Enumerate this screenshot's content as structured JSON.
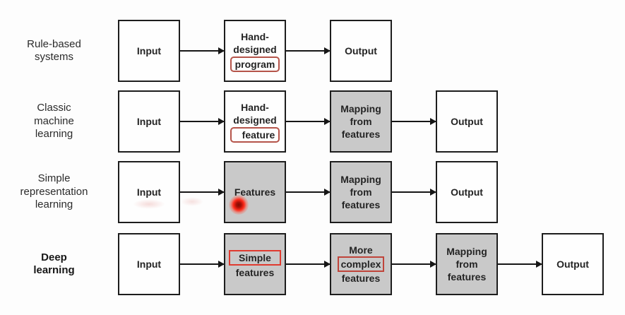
{
  "rows": [
    {
      "label": "Rule-based\nsystems",
      "boxes": [
        {
          "lines": [
            "Input"
          ]
        },
        {
          "lines": [
            "Hand-",
            "designed",
            "program"
          ]
        },
        {
          "lines": [
            "Output"
          ]
        }
      ]
    },
    {
      "label": "Classic\nmachine\nlearning",
      "boxes": [
        {
          "lines": [
            "Input"
          ]
        },
        {
          "lines": [
            "Hand-",
            "designed",
            "feature"
          ]
        },
        {
          "lines": [
            "Mapping",
            "from",
            "features"
          ]
        },
        {
          "lines": [
            "Output"
          ]
        }
      ]
    },
    {
      "label": "Simple\nrepresentation\nlearning",
      "boxes": [
        {
          "lines": [
            "Input"
          ]
        },
        {
          "lines": [
            "Features"
          ]
        },
        {
          "lines": [
            "Mapping",
            "from",
            "features"
          ]
        },
        {
          "lines": [
            "Output"
          ]
        }
      ]
    },
    {
      "label": "Deep\nlearning",
      "boxes": [
        {
          "lines": [
            "Input"
          ]
        },
        {
          "lines": [
            "Simple",
            "features"
          ]
        },
        {
          "lines": [
            "More",
            "complex",
            "features"
          ]
        },
        {
          "lines": [
            "Mapping",
            "from",
            "features"
          ]
        },
        {
          "lines": [
            "Output"
          ]
        }
      ]
    }
  ],
  "colors": {
    "box_white": "#fefefe",
    "box_gray": "#c9c9c9",
    "border": "#1d1d1d",
    "red_rounded": "#b5544a",
    "red_bright": "#e03a2f",
    "red_mid": "#c0443a",
    "laser": "#ff2a1a",
    "text": "#242424"
  }
}
